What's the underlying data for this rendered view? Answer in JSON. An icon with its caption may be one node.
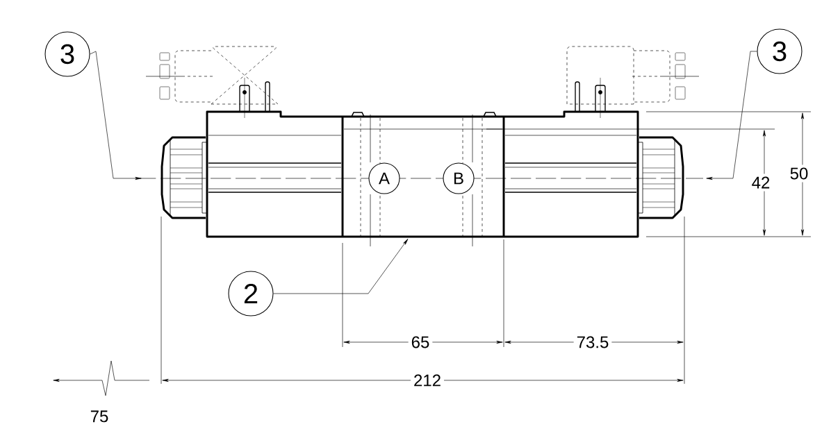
{
  "diagram": {
    "nodes": [
      {
        "text": [
          "3"
        ]
      },
      {
        "text": [
          "3"
        ]
      },
      {
        "text": [
          "2"
        ]
      },
      {
        "text": [
          "A"
        ]
      },
      {
        "text": [
          "B"
        ]
      }
    ],
    "edges": [
      {
        "from": 0,
        "to": null,
        "arrow": "to"
      },
      {
        "from": 1,
        "to": null,
        "arrow": "to"
      },
      {
        "from": 2,
        "to": null,
        "arrow": "to"
      }
    ],
    "labels": [
      "50",
      "42",
      "65",
      "73.5",
      "212",
      "75"
    ]
  }
}
